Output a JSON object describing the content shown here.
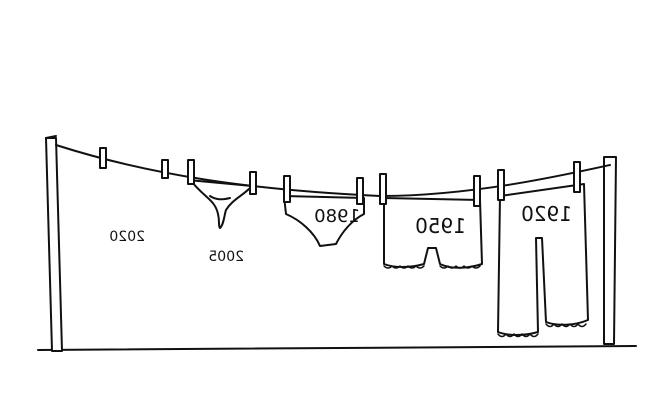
{
  "scene": {
    "line_color": "#111111",
    "background": "#ffffff",
    "labels": {
      "label_2020": "2020",
      "label_2005": "2005",
      "label_1980": "1980",
      "label_1950": "1950",
      "label_1920": "1920"
    }
  }
}
